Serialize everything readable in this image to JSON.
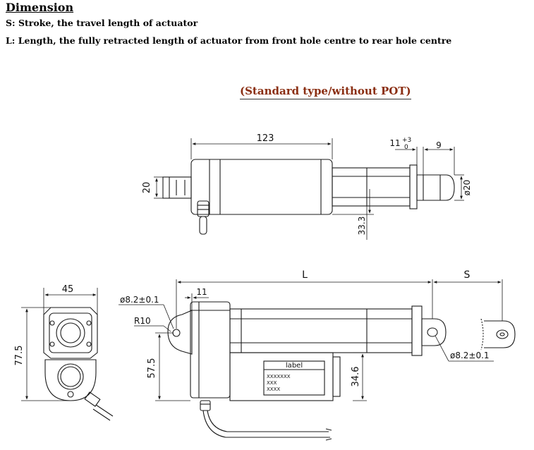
{
  "header": {
    "title": "Dimension",
    "stroke_def": "S: Stroke, the travel length of actuator",
    "length_def": "L: Length, the fully retracted length of actuator from front hole centre to rear hole centre"
  },
  "subtitle": "(Standard type/without POT)",
  "top_view": {
    "dim_body_length": "123",
    "dim_front_base": "11",
    "dim_front_tol_upper": "+3",
    "dim_front_tol_lower": "0",
    "dim_rod_end": "9",
    "dim_left_height": "20",
    "dim_rod_diameter": "ø20",
    "dim_motor_height": "33.3"
  },
  "end_view": {
    "dim_width": "45",
    "dim_height": "77.5"
  },
  "side_view": {
    "dim_length": "L",
    "dim_stroke": "S",
    "dim_rear_hole": "ø8.2±0.1",
    "dim_offset": "11",
    "dim_radius": "R10",
    "dim_hole_height": "57.5",
    "dim_body_height": "34.6",
    "dim_front_hole": "ø8.2±0.1",
    "label_title": "label",
    "label_line1": "XXXXXXX",
    "label_line2": "XXX",
    "label_line3": "XXXX"
  },
  "colors": {
    "line": "#1a1a1a",
    "subtitle": "#8a2e12",
    "leader_red": "#c0392b"
  }
}
